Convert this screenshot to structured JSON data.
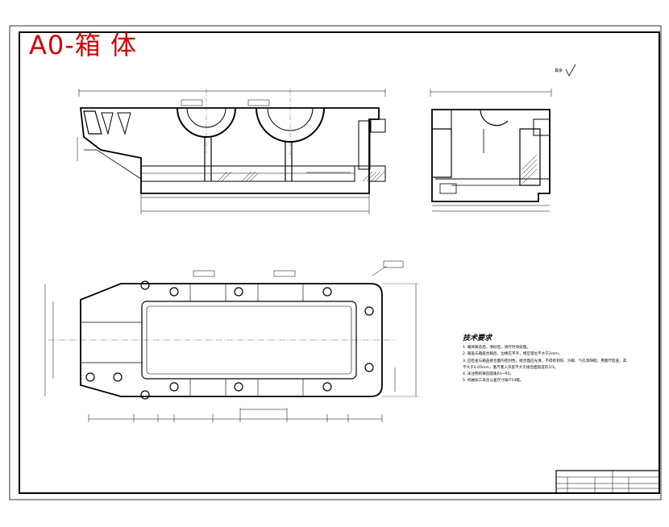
{
  "drawing": {
    "title": "A0-箱 体",
    "title_color": "#d40000",
    "line_color": "#000000",
    "background": "#ffffff"
  },
  "technical_requirements": {
    "heading": "技术要求",
    "items": [
      "1. 箱体铸造后，清砂后，进行时效处理。",
      "2. 箱盖与箱座合箱后，边缘应平齐，相互错位不大于2mm。",
      "3. 应检查与箱盖接合面的密封性，接合面应光滑，不得有划伤、沙眼、气孔等缺陷；用塞尺检查，其",
      "   不大于0.05mm，塞尺塞入深度不大于接合面宽度的1/3。",
      "4. 未注明的铸造圆角R3~R5。",
      "5. 机械加工未注公差尺寸按IT14级。"
    ]
  },
  "roughness_note": "其余"
}
